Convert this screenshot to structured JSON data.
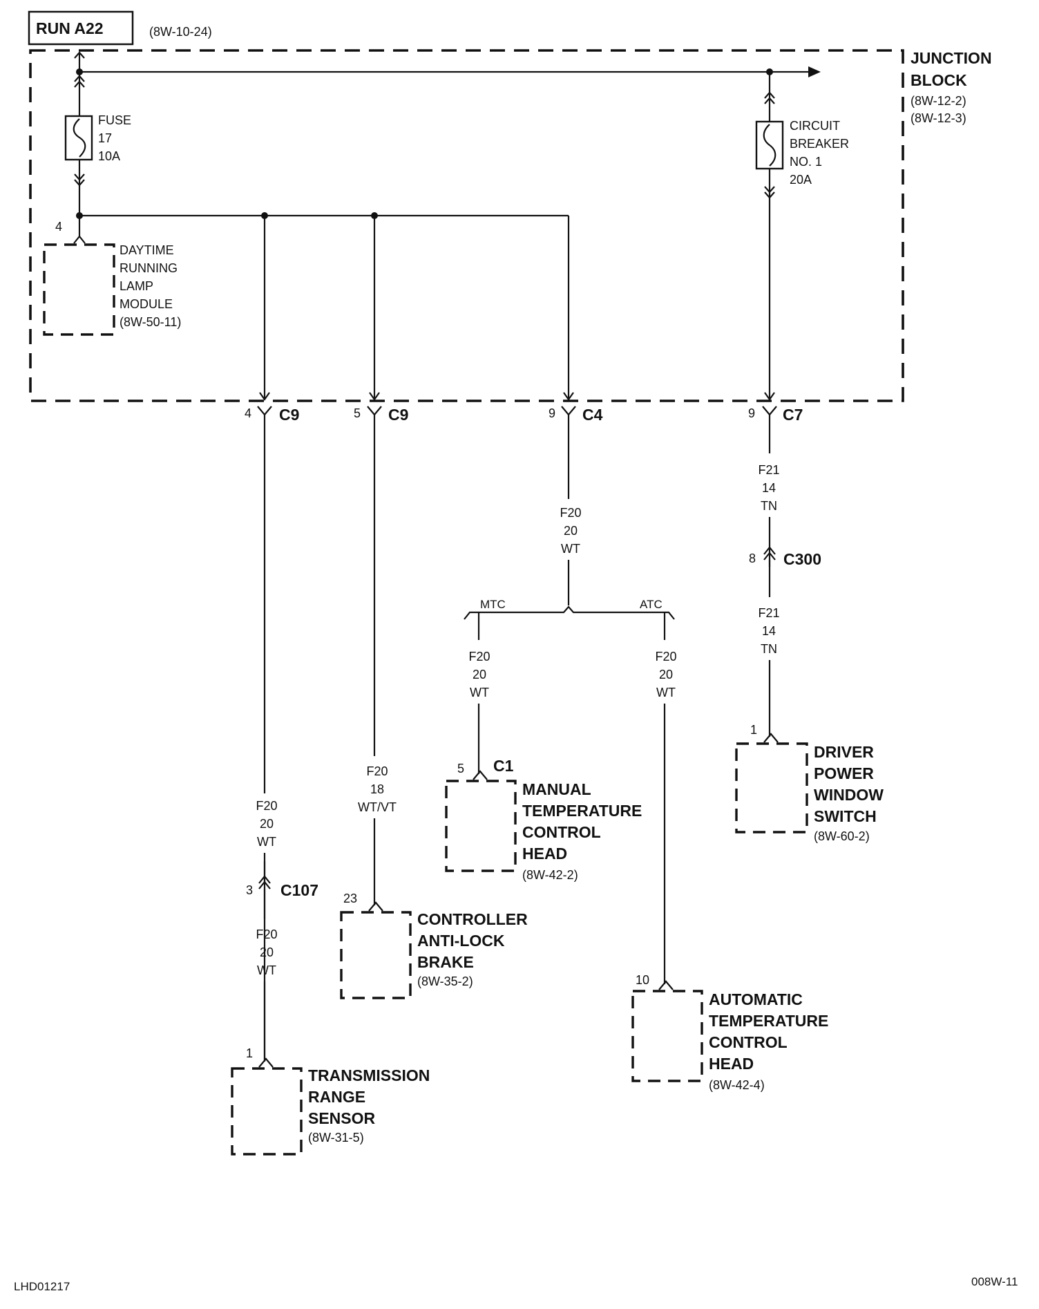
{
  "header": {
    "circuit": "RUN A22",
    "circuit_ref": "(8W-10-24)"
  },
  "junction_block": {
    "name_line1": "JUNCTION",
    "name_line2": "BLOCK",
    "ref1": "(8W-12-2)",
    "ref2": "(8W-12-3)"
  },
  "fuse": {
    "l1": "FUSE",
    "l2": "17",
    "l3": "10A"
  },
  "breaker": {
    "l1": "CIRCUIT",
    "l2": "BREAKER",
    "l3": "NO. 1",
    "l4": "20A"
  },
  "drl_module": {
    "pin": "4",
    "l1": "DAYTIME",
    "l2": "RUNNING",
    "l3": "LAMP",
    "l4": "MODULE",
    "ref": "(8W-50-11)"
  },
  "connectors": {
    "c9a": {
      "pin": "4",
      "name": "C9"
    },
    "c9b": {
      "pin": "5",
      "name": "C9"
    },
    "c4": {
      "pin": "9",
      "name": "C4"
    },
    "c7": {
      "pin": "9",
      "name": "C7"
    },
    "c300": {
      "pin": "8",
      "name": "C300"
    },
    "c107": {
      "pin": "3",
      "name": "C107"
    },
    "c1": {
      "pin": "5",
      "name": "C1"
    }
  },
  "wires": {
    "f21_top": {
      "circuit": "F21",
      "gauge": "14",
      "color": "TN"
    },
    "f21_bottom": {
      "circuit": "F21",
      "gauge": "14",
      "color": "TN"
    },
    "f20_c4": {
      "circuit": "F20",
      "gauge": "20",
      "color": "WT"
    },
    "f20_mtc": {
      "circuit": "F20",
      "gauge": "20",
      "color": "WT"
    },
    "f20_atc": {
      "circuit": "F20",
      "gauge": "20",
      "color": "WT"
    },
    "f20_c9b": {
      "circuit": "F20",
      "gauge": "18",
      "color": "WT/VT"
    },
    "f20_c9a_top": {
      "circuit": "F20",
      "gauge": "20",
      "color": "WT"
    },
    "f20_c9a_bottom": {
      "circuit": "F20",
      "gauge": "20",
      "color": "WT"
    }
  },
  "branch": {
    "left": "MTC",
    "right": "ATC"
  },
  "components": {
    "window_switch": {
      "pin": "1",
      "l1": "DRIVER",
      "l2": "POWER",
      "l3": "WINDOW",
      "l4": "SWITCH",
      "ref": "(8W-60-2)"
    },
    "mtc_head": {
      "l1": "MANUAL",
      "l2": "TEMPERATURE",
      "l3": "CONTROL",
      "l4": "HEAD",
      "ref": "(8W-42-2)"
    },
    "abs": {
      "pin": "23",
      "l1": "CONTROLLER",
      "l2": "ANTI-LOCK",
      "l3": "BRAKE",
      "ref": "(8W-35-2)"
    },
    "atc_head": {
      "pin": "10",
      "l1": "AUTOMATIC",
      "l2": "TEMPERATURE",
      "l3": "CONTROL",
      "l4": "HEAD",
      "ref": "(8W-42-4)"
    },
    "trs": {
      "pin": "1",
      "l1": "TRANSMISSION",
      "l2": "RANGE",
      "l3": "SENSOR",
      "ref": "(8W-31-5)"
    }
  },
  "footer": {
    "left_code": "LHD01217",
    "right_code": "008W-11"
  }
}
